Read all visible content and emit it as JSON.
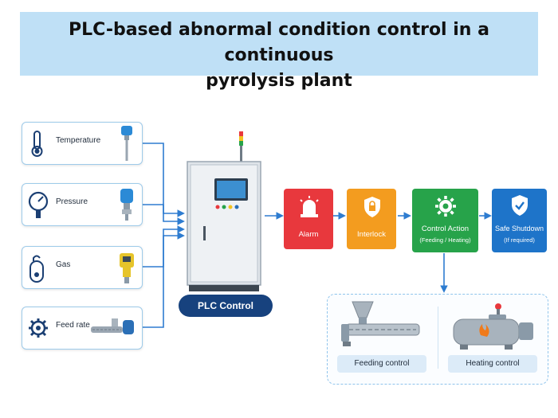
{
  "title": {
    "line1": "PLC-based abnormal condition control in a continuous",
    "line2": "pyrolysis plant"
  },
  "inputs": [
    {
      "label": "Temperature",
      "icon": "thermometer-icon",
      "device": "temperature-probe"
    },
    {
      "label": "Pressure",
      "icon": "pressure-gauge-icon",
      "device": "pressure-transmitter"
    },
    {
      "label": "Gas",
      "icon": "gas-detector-icon",
      "device": "gas-detector"
    },
    {
      "label": "Feed rate",
      "icon": "gear-icon",
      "device": "screw-feeder-motor"
    }
  ],
  "plc": {
    "label": "PLC Control"
  },
  "steps": [
    {
      "label": "Alarm",
      "sub": "",
      "color": "#e8383d",
      "icon": "alarm-light-icon"
    },
    {
      "label": "Interlock",
      "sub": "",
      "color": "#f39c1f",
      "icon": "shield-lock-icon"
    },
    {
      "label": "Control Action",
      "sub": "(Feeding / Heating)",
      "color": "#27a34a",
      "icon": "gear-icon"
    },
    {
      "label": "Safe Shutdown",
      "sub": "(If required)",
      "color": "#1e74c9",
      "icon": "shield-check-icon"
    }
  ],
  "outputs": [
    {
      "label": "Feeding control",
      "icon": "screw-feeder-icon"
    },
    {
      "label": "Heating control",
      "icon": "reactor-burner-icon"
    }
  ],
  "colors": {
    "arrow": "#2e7cd0",
    "title_bg": "#bfe0f6",
    "plc_pill": "#17427e"
  }
}
